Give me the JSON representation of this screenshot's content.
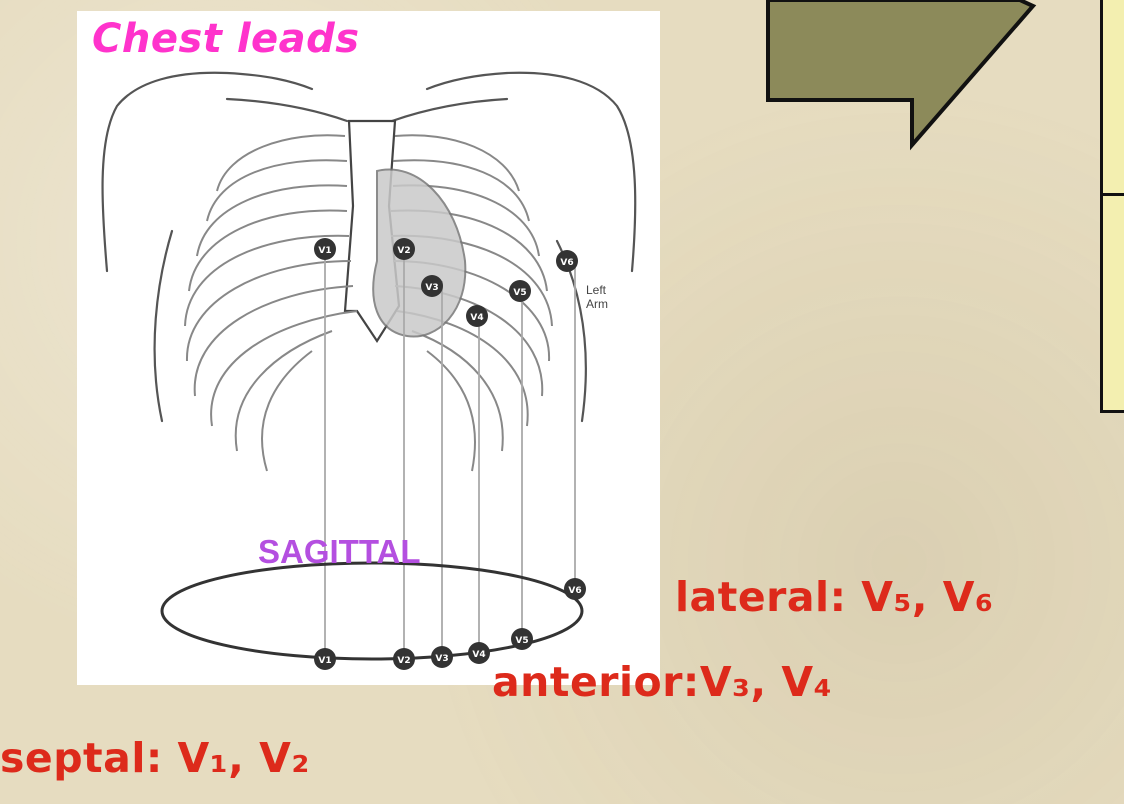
{
  "figure": {
    "title": "Chest leads",
    "sagittal_label": "SAGITTAL",
    "left_arm_label": "Left\nArm",
    "electrodes": [
      "V1",
      "V2",
      "V3",
      "V4",
      "V5",
      "V6"
    ]
  },
  "regions": {
    "lateral": "lateral: V₅, V₆",
    "anterior": "anterior:V₃, V₄",
    "septal": "septal: V₁, V₂"
  },
  "colors": {
    "background": "#e6dcc0",
    "title": "#ff33cc",
    "sagittal": "#b44fe0",
    "region_text": "#dd2a1b",
    "arrow_fill": "#8c8a5a",
    "box_fill": "#f3efb0"
  }
}
